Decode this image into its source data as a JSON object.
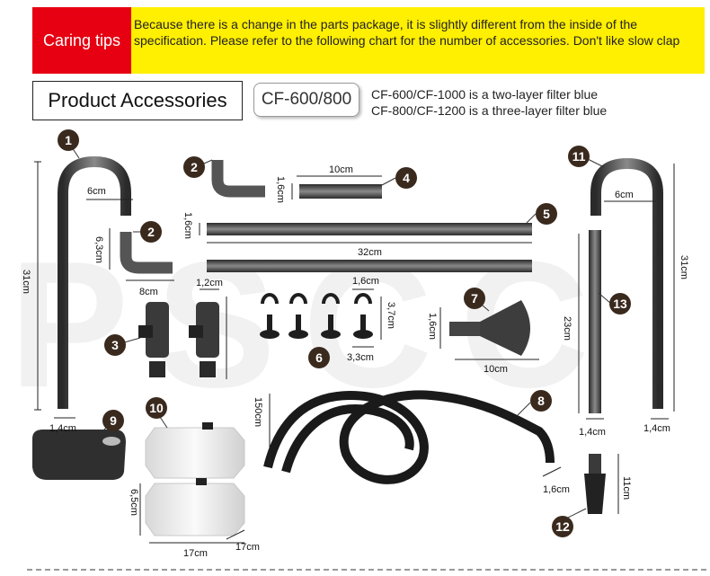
{
  "banner": {
    "label": "Caring tips",
    "text": "Because there is a change in the parts package, it is slightly different from the inside of the specification. Please refer to the following chart for the number of accessories. Don't like slow clap",
    "label_bg": "#e60012",
    "bg": "#ffef00"
  },
  "header": {
    "title": "Product Accessories",
    "model": "CF-600/800",
    "line1": "CF-600/CF-1000 is a two-layer filter blue",
    "line2": "CF-800/CF-1200 is a three-layer filter blue"
  },
  "watermark": "PSCC",
  "badges": [
    "1",
    "2",
    "2",
    "3",
    "4",
    "5",
    "6",
    "7",
    "8",
    "9",
    "10",
    "11",
    "12",
    "13"
  ],
  "dims": {
    "d1": "6cm",
    "d2": "31cm",
    "d3": "1,4cm",
    "d4": "6,3cm",
    "d5": "8cm",
    "d6": "1,6cm",
    "d7": "10cm",
    "d8": "1,6cm",
    "d9": "32cm",
    "d10": "1,2cm",
    "d11": "1,6cm",
    "d12": "3,7cm",
    "d13": "3,3cm",
    "d14": "1,6cm",
    "d15": "10cm",
    "d16": "150cm",
    "d17": "6,5cm",
    "d18": "17cm",
    "d19": "17cm",
    "d20": "6cm",
    "d21": "23cm",
    "d22": "31cm",
    "d23": "1,4cm",
    "d24": "1,4cm",
    "d25": "1,6cm",
    "d26": "11cm"
  },
  "colors": {
    "badge": "#3a2a1e",
    "part": "#4a4a4a",
    "hose": "#1a1a1a",
    "box": "#ececec"
  }
}
